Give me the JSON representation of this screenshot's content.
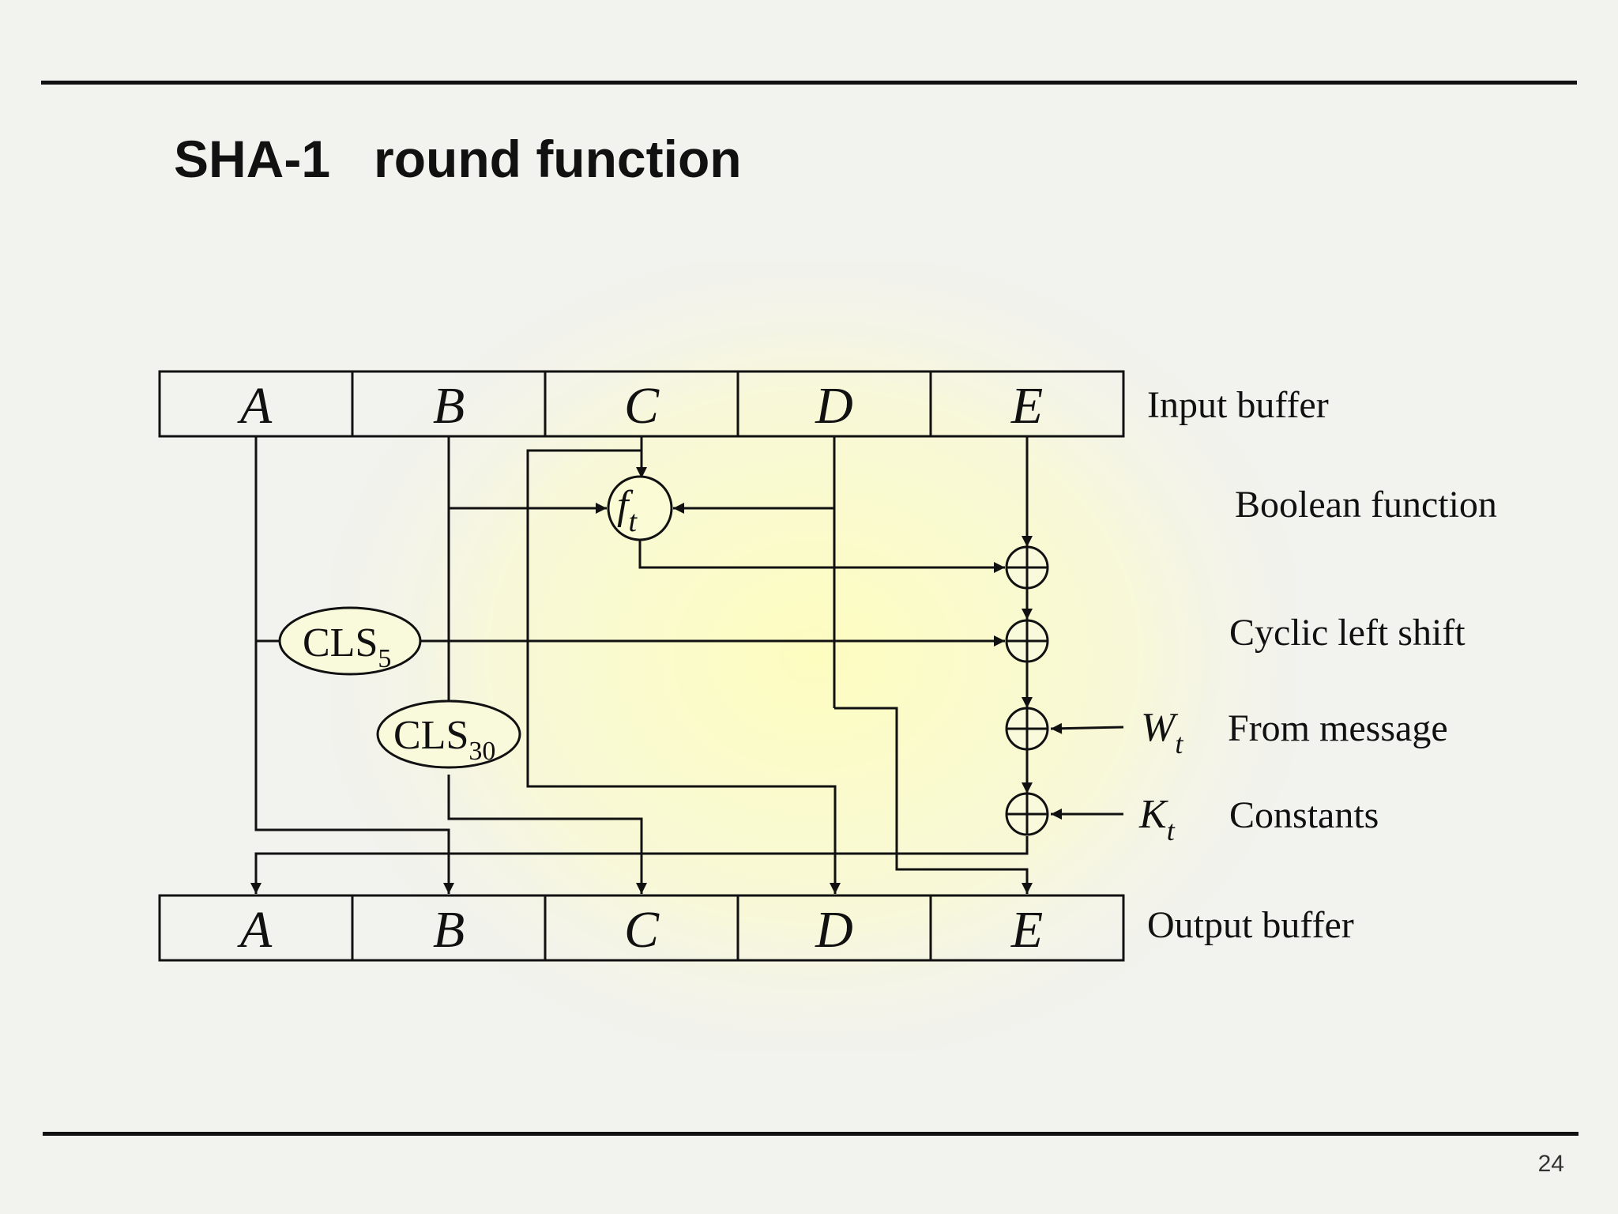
{
  "slide": {
    "title": "SHA-1   round function",
    "page_number": "24"
  },
  "diagram": {
    "input_registers": [
      "A",
      "B",
      "C",
      "D",
      "E"
    ],
    "output_registers": [
      "A",
      "B",
      "C",
      "D",
      "E"
    ],
    "function_node": {
      "base": "f",
      "sub": "t"
    },
    "shift_5": {
      "base": "CLS",
      "sub": "5"
    },
    "shift_30": {
      "base": "CLS",
      "sub": "30"
    },
    "w_input": {
      "base": "W",
      "sub": "t"
    },
    "k_input": {
      "base": "K",
      "sub": "t"
    },
    "labels": {
      "input_buffer": "Input buffer",
      "boolean_function": "Boolean function",
      "cyclic_left_shift": "Cyclic left shift",
      "from_message": "From message",
      "constants": "Constants",
      "output_buffer": "Output buffer"
    },
    "colors": {
      "background": "#f2f2ee",
      "glow": "#fdfdc4",
      "line": "#111111"
    }
  }
}
